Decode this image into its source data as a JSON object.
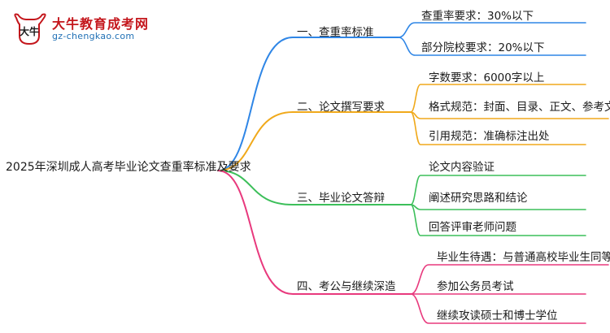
{
  "logo": {
    "name": "大牛教育成考网",
    "url": "gz-chengkao.com",
    "mark_text": "大牛"
  },
  "mindmap": {
    "root": "2025年深圳成人高考毕业论文查重率标准及要求",
    "branches": [
      {
        "label": "一、查重率标准",
        "color": "#2f86e6",
        "children": [
          "查重率要求：30%以下",
          "部分院校要求：20%以下"
        ]
      },
      {
        "label": "二、论文撰写要求",
        "color": "#f0a91b",
        "children": [
          "字数要求：6000字以上",
          "格式规范：封面、目录、正文、参考文献",
          "引用规范：准确标注出处"
        ]
      },
      {
        "label": "三、毕业论文答辩",
        "color": "#3cbf5a",
        "children": [
          "论文内容验证",
          "阐述研究思路和结论",
          "回答评审老师问题"
        ]
      },
      {
        "label": "四、考公与继续深造",
        "color": "#e8397d",
        "children": [
          "毕业生待遇：与普通高校毕业生同等",
          "参加公务员考试",
          "继续攻读硕士和博士学位"
        ]
      }
    ]
  }
}
